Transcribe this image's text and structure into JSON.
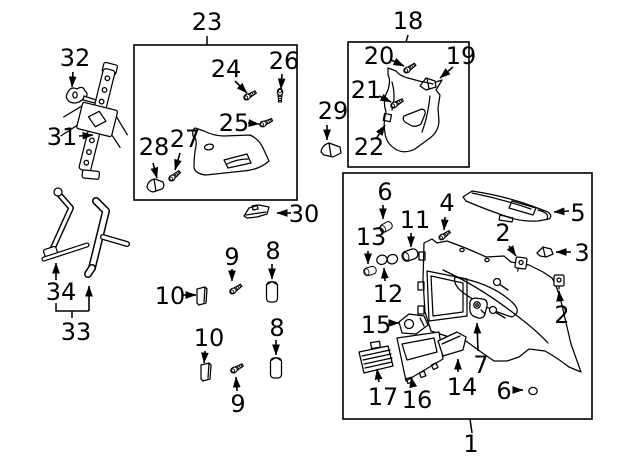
{
  "diagram": {
    "type": "exploded-parts-diagram",
    "description": "Vehicle quarter trim panel, pillar trim and jack tool parts diagram with numbered callouts",
    "colors": {
      "background": "#ffffff",
      "line": "#000000",
      "part_fill": "#ffffff"
    },
    "boxes": [
      {
        "id": "box-23",
        "label": "23"
      },
      {
        "id": "box-18",
        "label": "18"
      },
      {
        "id": "box-1",
        "label": "1"
      }
    ],
    "callouts": [
      {
        "id": "box-23",
        "label": "23"
      },
      {
        "id": "box-18",
        "label": "18"
      },
      {
        "id": "box-1",
        "label": "1"
      },
      {
        "id": "p32",
        "label": "32"
      },
      {
        "id": "p31",
        "label": "31"
      },
      {
        "id": "p24",
        "label": "24"
      },
      {
        "id": "p26",
        "label": "26"
      },
      {
        "id": "p25",
        "label": "25"
      },
      {
        "id": "p27",
        "label": "27"
      },
      {
        "id": "p28",
        "label": "28"
      },
      {
        "id": "p20",
        "label": "20"
      },
      {
        "id": "p19",
        "label": "19"
      },
      {
        "id": "p21",
        "label": "21"
      },
      {
        "id": "p22",
        "label": "22"
      },
      {
        "id": "p29",
        "label": "29"
      },
      {
        "id": "p30",
        "label": "30"
      },
      {
        "id": "p34",
        "label": "34"
      },
      {
        "id": "p33",
        "label": "33"
      },
      {
        "id": "p9a",
        "label": "9"
      },
      {
        "id": "p8a",
        "label": "8"
      },
      {
        "id": "p10a",
        "label": "10"
      },
      {
        "id": "p10b",
        "label": "10"
      },
      {
        "id": "p9b",
        "label": "9"
      },
      {
        "id": "p8b",
        "label": "8"
      },
      {
        "id": "p6a",
        "label": "6"
      },
      {
        "id": "p13",
        "label": "13"
      },
      {
        "id": "p11",
        "label": "11"
      },
      {
        "id": "p4",
        "label": "4"
      },
      {
        "id": "p5",
        "label": "5"
      },
      {
        "id": "p2a",
        "label": "2"
      },
      {
        "id": "p3",
        "label": "3"
      },
      {
        "id": "p12",
        "label": "12"
      },
      {
        "id": "p2b",
        "label": "2"
      },
      {
        "id": "p15",
        "label": "15"
      },
      {
        "id": "p17",
        "label": "17"
      },
      {
        "id": "p16",
        "label": "16"
      },
      {
        "id": "p14",
        "label": "14"
      },
      {
        "id": "p7",
        "label": "7"
      },
      {
        "id": "p6b",
        "label": "6"
      }
    ]
  }
}
